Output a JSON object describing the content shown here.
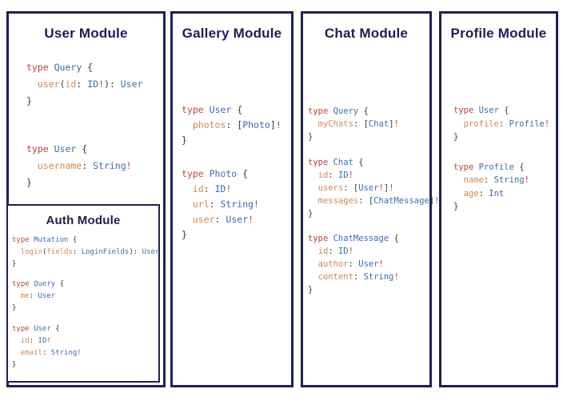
{
  "colors": {
    "navy": "#201d54",
    "border": "#1f2057",
    "keyword": "#b8453c",
    "type": "#3a6cb3",
    "field": "#d4874e",
    "punct": "#3a3a3a",
    "bang": "#b8453c",
    "background": "#ffffff"
  },
  "modules": [
    {
      "id": "user",
      "title": "User Module",
      "blocks": [
        [
          [
            {
              "t": "type ",
              "c": "k"
            },
            {
              "t": "Query ",
              "c": "t"
            },
            {
              "t": "{",
              "c": "p"
            }
          ],
          [
            {
              "t": "  ",
              "c": "p"
            },
            {
              "t": "user",
              "c": "f"
            },
            {
              "t": "(",
              "c": "p"
            },
            {
              "t": "id",
              "c": "f"
            },
            {
              "t": ": ",
              "c": "p"
            },
            {
              "t": "ID",
              "c": "t"
            },
            {
              "t": "!",
              "c": "e"
            },
            {
              "t": "): ",
              "c": "p"
            },
            {
              "t": "User",
              "c": "t"
            }
          ],
          [
            {
              "t": "}",
              "c": "p"
            }
          ]
        ],
        [
          [
            {
              "t": "type ",
              "c": "k"
            },
            {
              "t": "User ",
              "c": "t"
            },
            {
              "t": "{",
              "c": "p"
            }
          ],
          [
            {
              "t": "  ",
              "c": "p"
            },
            {
              "t": "username",
              "c": "f"
            },
            {
              "t": ": ",
              "c": "p"
            },
            {
              "t": "String",
              "c": "t"
            },
            {
              "t": "!",
              "c": "e"
            }
          ],
          [
            {
              "t": "}",
              "c": "p"
            }
          ]
        ]
      ]
    },
    {
      "id": "auth",
      "title": "Auth Module",
      "blocks": [
        [
          [
            {
              "t": "type ",
              "c": "k"
            },
            {
              "t": "Mutation ",
              "c": "t"
            },
            {
              "t": "{",
              "c": "p"
            }
          ],
          [
            {
              "t": "  ",
              "c": "p"
            },
            {
              "t": "login",
              "c": "f"
            },
            {
              "t": "(",
              "c": "p"
            },
            {
              "t": "fields",
              "c": "f"
            },
            {
              "t": ": ",
              "c": "p"
            },
            {
              "t": "LoginFields",
              "c": "t"
            },
            {
              "t": "): ",
              "c": "p"
            },
            {
              "t": "User",
              "c": "t"
            }
          ],
          [
            {
              "t": "}",
              "c": "p"
            }
          ]
        ],
        [
          [
            {
              "t": "type ",
              "c": "k"
            },
            {
              "t": "Query ",
              "c": "t"
            },
            {
              "t": "{",
              "c": "p"
            }
          ],
          [
            {
              "t": "  ",
              "c": "p"
            },
            {
              "t": "me",
              "c": "f"
            },
            {
              "t": ": ",
              "c": "p"
            },
            {
              "t": "User",
              "c": "t"
            }
          ],
          [
            {
              "t": "}",
              "c": "p"
            }
          ]
        ],
        [
          [
            {
              "t": "type ",
              "c": "k"
            },
            {
              "t": "User ",
              "c": "t"
            },
            {
              "t": "{",
              "c": "p"
            }
          ],
          [
            {
              "t": "  ",
              "c": "p"
            },
            {
              "t": "id",
              "c": "f"
            },
            {
              "t": ": ",
              "c": "p"
            },
            {
              "t": "ID",
              "c": "t"
            },
            {
              "t": "!",
              "c": "e"
            }
          ],
          [
            {
              "t": "  ",
              "c": "p"
            },
            {
              "t": "email",
              "c": "f"
            },
            {
              "t": ": ",
              "c": "p"
            },
            {
              "t": "String",
              "c": "t"
            },
            {
              "t": "!",
              "c": "e"
            }
          ],
          [
            {
              "t": "}",
              "c": "p"
            }
          ]
        ]
      ]
    },
    {
      "id": "gallery",
      "title": "Gallery Module",
      "blocks": [
        [
          [
            {
              "t": "type ",
              "c": "k"
            },
            {
              "t": "User ",
              "c": "t"
            },
            {
              "t": "{",
              "c": "p"
            }
          ],
          [
            {
              "t": "  ",
              "c": "p"
            },
            {
              "t": "photos",
              "c": "f"
            },
            {
              "t": ": [",
              "c": "p"
            },
            {
              "t": "Photo",
              "c": "t"
            },
            {
              "t": "]",
              "c": "p"
            },
            {
              "t": "!",
              "c": "e"
            }
          ],
          [
            {
              "t": "}",
              "c": "p"
            }
          ]
        ],
        [
          [
            {
              "t": "type ",
              "c": "k"
            },
            {
              "t": "Photo ",
              "c": "t"
            },
            {
              "t": "{",
              "c": "p"
            }
          ],
          [
            {
              "t": "  ",
              "c": "p"
            },
            {
              "t": "id",
              "c": "f"
            },
            {
              "t": ": ",
              "c": "p"
            },
            {
              "t": "ID",
              "c": "t"
            },
            {
              "t": "!",
              "c": "e"
            }
          ],
          [
            {
              "t": "  ",
              "c": "p"
            },
            {
              "t": "url",
              "c": "f"
            },
            {
              "t": ": ",
              "c": "p"
            },
            {
              "t": "String",
              "c": "t"
            },
            {
              "t": "!",
              "c": "e"
            }
          ],
          [
            {
              "t": "  ",
              "c": "p"
            },
            {
              "t": "user",
              "c": "f"
            },
            {
              "t": ": ",
              "c": "p"
            },
            {
              "t": "User",
              "c": "t"
            },
            {
              "t": "!",
              "c": "e"
            }
          ],
          [
            {
              "t": "}",
              "c": "p"
            }
          ]
        ]
      ]
    },
    {
      "id": "chat",
      "title": "Chat Module",
      "blocks": [
        [
          [
            {
              "t": "type ",
              "c": "k"
            },
            {
              "t": "Query ",
              "c": "t"
            },
            {
              "t": "{",
              "c": "p"
            }
          ],
          [
            {
              "t": "  ",
              "c": "p"
            },
            {
              "t": "myChats",
              "c": "f"
            },
            {
              "t": ": [",
              "c": "p"
            },
            {
              "t": "Chat",
              "c": "t"
            },
            {
              "t": "]",
              "c": "p"
            },
            {
              "t": "!",
              "c": "e"
            }
          ],
          [
            {
              "t": "}",
              "c": "p"
            }
          ]
        ],
        [
          [
            {
              "t": "type ",
              "c": "k"
            },
            {
              "t": "Chat ",
              "c": "t"
            },
            {
              "t": "{",
              "c": "p"
            }
          ],
          [
            {
              "t": "  ",
              "c": "p"
            },
            {
              "t": "id",
              "c": "f"
            },
            {
              "t": ": ",
              "c": "p"
            },
            {
              "t": "ID",
              "c": "t"
            },
            {
              "t": "!",
              "c": "e"
            }
          ],
          [
            {
              "t": "  ",
              "c": "p"
            },
            {
              "t": "users",
              "c": "f"
            },
            {
              "t": ": [",
              "c": "p"
            },
            {
              "t": "User",
              "c": "t"
            },
            {
              "t": "!",
              "c": "e"
            },
            {
              "t": "]",
              "c": "p"
            },
            {
              "t": "!",
              "c": "e"
            }
          ],
          [
            {
              "t": "  ",
              "c": "p"
            },
            {
              "t": "messages",
              "c": "f"
            },
            {
              "t": ": [",
              "c": "p"
            },
            {
              "t": "ChatMessage",
              "c": "t"
            },
            {
              "t": "]",
              "c": "p"
            },
            {
              "t": "!",
              "c": "e"
            }
          ],
          [
            {
              "t": "}",
              "c": "p"
            }
          ]
        ],
        [
          [
            {
              "t": "type ",
              "c": "k"
            },
            {
              "t": "ChatMessage ",
              "c": "t"
            },
            {
              "t": "{",
              "c": "p"
            }
          ],
          [
            {
              "t": "  ",
              "c": "p"
            },
            {
              "t": "id",
              "c": "f"
            },
            {
              "t": ": ",
              "c": "p"
            },
            {
              "t": "ID",
              "c": "t"
            },
            {
              "t": "!",
              "c": "e"
            }
          ],
          [
            {
              "t": "  ",
              "c": "p"
            },
            {
              "t": "author",
              "c": "f"
            },
            {
              "t": ": ",
              "c": "p"
            },
            {
              "t": "User",
              "c": "t"
            },
            {
              "t": "!",
              "c": "e"
            }
          ],
          [
            {
              "t": "  ",
              "c": "p"
            },
            {
              "t": "content",
              "c": "f"
            },
            {
              "t": ": ",
              "c": "p"
            },
            {
              "t": "String",
              "c": "t"
            },
            {
              "t": "!",
              "c": "e"
            }
          ],
          [
            {
              "t": "}",
              "c": "p"
            }
          ]
        ]
      ]
    },
    {
      "id": "profile",
      "title": "Profile Module",
      "blocks": [
        [
          [
            {
              "t": "type ",
              "c": "k"
            },
            {
              "t": "User ",
              "c": "t"
            },
            {
              "t": "{",
              "c": "p"
            }
          ],
          [
            {
              "t": "  ",
              "c": "p"
            },
            {
              "t": "profile",
              "c": "f"
            },
            {
              "t": ": ",
              "c": "p"
            },
            {
              "t": "Profile",
              "c": "t"
            },
            {
              "t": "!",
              "c": "e"
            }
          ],
          [
            {
              "t": "}",
              "c": "p"
            }
          ]
        ],
        [
          [
            {
              "t": "type ",
              "c": "k"
            },
            {
              "t": "Profile ",
              "c": "t"
            },
            {
              "t": "{",
              "c": "p"
            }
          ],
          [
            {
              "t": "  ",
              "c": "p"
            },
            {
              "t": "name",
              "c": "f"
            },
            {
              "t": ": ",
              "c": "p"
            },
            {
              "t": "String",
              "c": "t"
            },
            {
              "t": "!",
              "c": "e"
            }
          ],
          [
            {
              "t": "  ",
              "c": "p"
            },
            {
              "t": "age",
              "c": "f"
            },
            {
              "t": ": ",
              "c": "p"
            },
            {
              "t": "Int",
              "c": "t"
            }
          ],
          [
            {
              "t": "}",
              "c": "p"
            }
          ]
        ]
      ]
    }
  ]
}
